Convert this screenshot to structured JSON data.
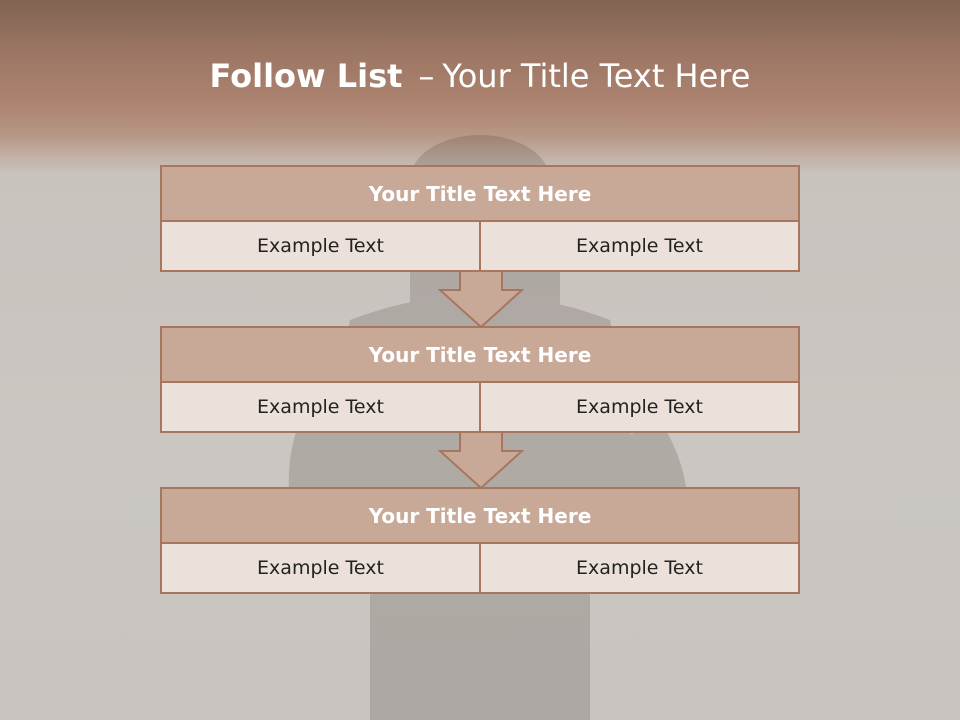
{
  "title": {
    "bold": "Follow List",
    "dash": "–",
    "rest": "Your Title Text Here"
  },
  "blocks": [
    {
      "heading": "Your Title Text Here",
      "left": "Example Text",
      "right": "Example Text"
    },
    {
      "heading": "Your Title Text Here",
      "left": "Example Text",
      "right": "Example Text"
    },
    {
      "heading": "Your Title Text Here",
      "left": "Example Text",
      "right": "Example Text"
    }
  ],
  "colors": {
    "header_top": "#7f6353",
    "header_mid": "#ad8470",
    "block_head_fill": "#c8a897",
    "block_border": "#a8765f",
    "cell_fill": "#ebe0da"
  }
}
